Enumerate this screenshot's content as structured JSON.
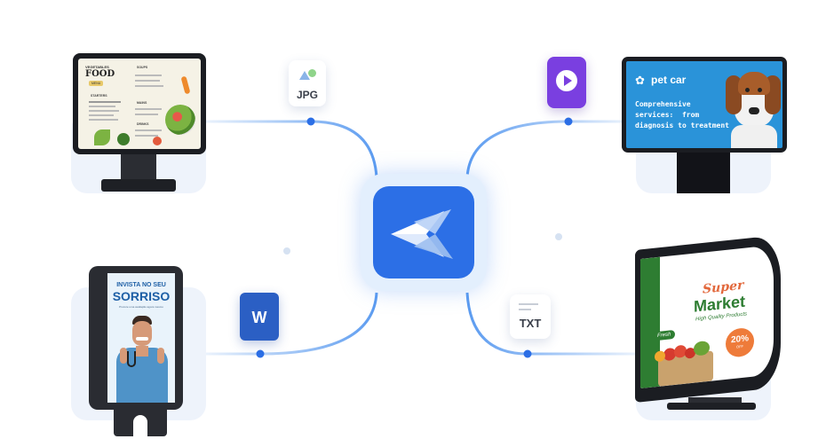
{
  "colors": {
    "accent": "#2c6fe6",
    "line": "#cfe0f6",
    "dot": "#2c6fe6"
  },
  "files": {
    "jpg": {
      "label": "JPG",
      "icon": "image-file-icon"
    },
    "video": {
      "label": "",
      "icon": "video-file-icon"
    },
    "word": {
      "label": "W",
      "icon": "word-file-icon"
    },
    "txt": {
      "label": "TXT",
      "icon": "text-file-icon"
    }
  },
  "screens": {
    "menu": {
      "title_small": "VEGETABLES",
      "title": "FOOD",
      "badge": "MENU",
      "sections": [
        "SOUPS",
        "STARTERS",
        "MAINS",
        "DRINKS"
      ]
    },
    "pet": {
      "title": "pet car",
      "line1": "Comprehensive",
      "line2": "services:  from",
      "line3": "diagnosis to treatment"
    },
    "dental": {
      "line1": "INVISTA NO SEU",
      "line2": "SORRISO",
      "line3": "Procure uma avaliação agora mesmo"
    },
    "market": {
      "super": "Super",
      "market": "Market",
      "sub": "High Quality Products",
      "fresh": "Fresh",
      "pct": "20%",
      "off": "OFF"
    }
  }
}
